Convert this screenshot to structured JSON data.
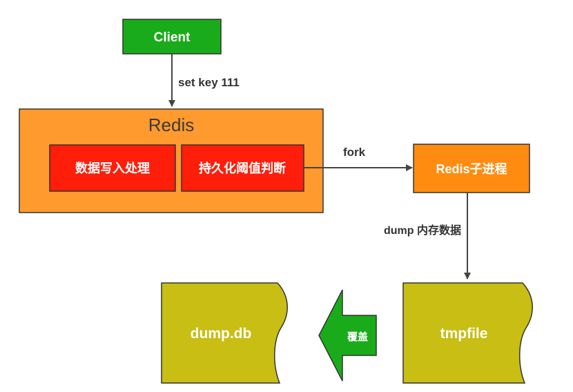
{
  "client": {
    "label": "Client"
  },
  "edge_set": {
    "label": "set  key 111"
  },
  "redis": {
    "title": "Redis",
    "box1": "数据写入处理",
    "box2": "持久化阈值判断"
  },
  "edge_fork": {
    "label": "fork"
  },
  "child": {
    "label": "Redis子进程"
  },
  "edge_dump": {
    "label": "dump 内存数据"
  },
  "tmpfile": {
    "label": "tmpfile"
  },
  "dumpdb": {
    "label": "dump.db"
  },
  "overwrite": {
    "label": "覆盖"
  },
  "colors": {
    "client_fill": "#1aab1a",
    "redis_fill": "#ff9a2e",
    "inner_fill": "#ff1e0a",
    "child_fill": "#ff8c10",
    "file_fill": "#c8be14",
    "arrow_green": "#1aab1a",
    "line": "#444444"
  }
}
